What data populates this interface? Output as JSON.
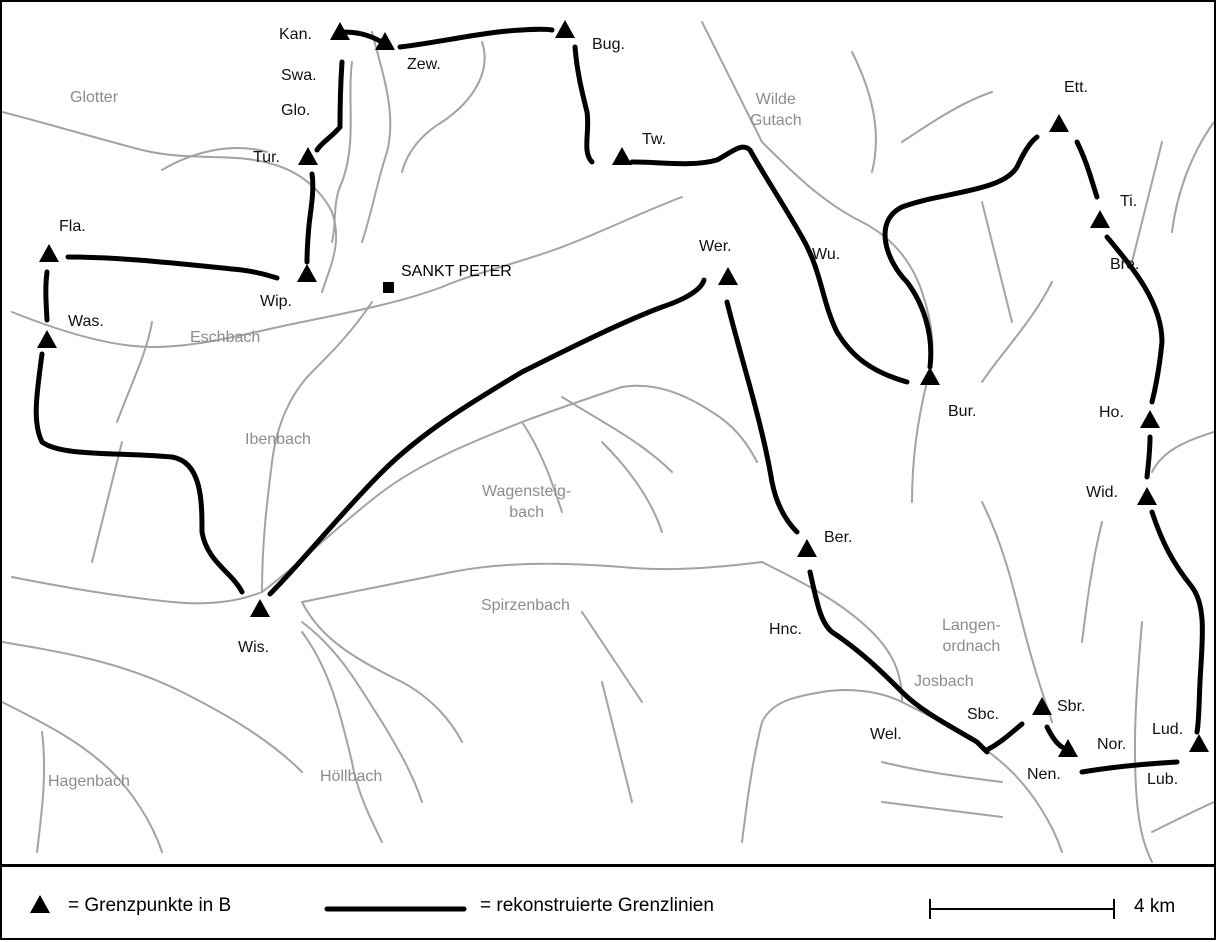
{
  "town": {
    "name": "SANKT PETER"
  },
  "points": [
    {
      "id": "kan",
      "label": "Kan."
    },
    {
      "id": "zew",
      "label": "Zew."
    },
    {
      "id": "bug",
      "label": "Bug."
    },
    {
      "id": "swa",
      "label": "Swa."
    },
    {
      "id": "glo",
      "label": "Glo."
    },
    {
      "id": "tur",
      "label": "Tur."
    },
    {
      "id": "tw",
      "label": "Tw."
    },
    {
      "id": "fla",
      "label": "Fla."
    },
    {
      "id": "wip",
      "label": "Wip."
    },
    {
      "id": "was",
      "label": "Was."
    },
    {
      "id": "wer",
      "label": "Wer."
    },
    {
      "id": "wu",
      "label": "Wu."
    },
    {
      "id": "ett",
      "label": "Ett."
    },
    {
      "id": "ti",
      "label": "Ti."
    },
    {
      "id": "bre",
      "label": "Bre."
    },
    {
      "id": "bur",
      "label": "Bur."
    },
    {
      "id": "ho",
      "label": "Ho."
    },
    {
      "id": "wid",
      "label": "Wid."
    },
    {
      "id": "ber",
      "label": "Ber."
    },
    {
      "id": "wis",
      "label": "Wis."
    },
    {
      "id": "hnc",
      "label": "Hnc."
    },
    {
      "id": "sbr",
      "label": "Sbr."
    },
    {
      "id": "sbc",
      "label": "Sbc."
    },
    {
      "id": "wel",
      "label": "Wel."
    },
    {
      "id": "nen",
      "label": "Nen."
    },
    {
      "id": "nor",
      "label": "Nor."
    },
    {
      "id": "lud",
      "label": "Lud."
    },
    {
      "id": "lub",
      "label": "Lub."
    }
  ],
  "rivers": [
    {
      "id": "glotter",
      "label": "Glotter"
    },
    {
      "id": "wilde-gutach",
      "label": "Wilde\nGutach"
    },
    {
      "id": "eschbach",
      "label": "Eschbach"
    },
    {
      "id": "ibenbach",
      "label": "Ibenbach"
    },
    {
      "id": "wagensteigbach",
      "label": "Wagensteig-\nbach"
    },
    {
      "id": "spirzenbach",
      "label": "Spirzenbach"
    },
    {
      "id": "langenordnach",
      "label": "Langen-\nordnach"
    },
    {
      "id": "josbach",
      "label": "Josbach"
    },
    {
      "id": "hagenbach",
      "label": "Hagenbach"
    },
    {
      "id": "hoellbach",
      "label": "Höllbach"
    }
  ],
  "legend": {
    "points_text": "= Grenzpunkte in B",
    "lines_text": "= rekonstruierte Grenzlinien",
    "scale_text": "4 km"
  },
  "colors": {
    "border": "#000000",
    "river": "#9a9a9a",
    "label_river": "#8c8c8c"
  }
}
